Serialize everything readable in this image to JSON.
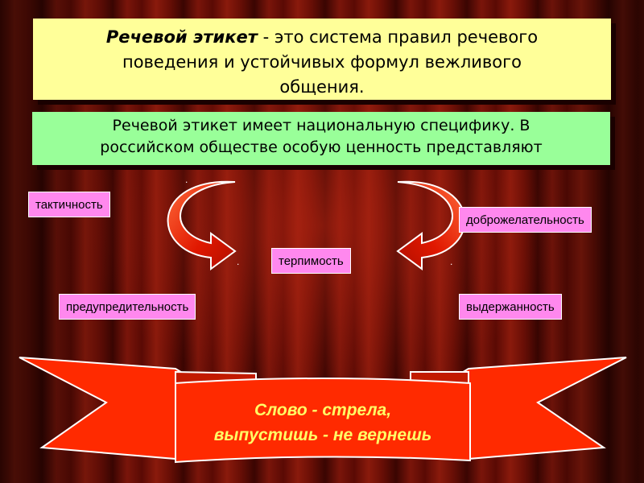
{
  "slide": {
    "definition": {
      "term": "Речевой этикет",
      "rest_line1": " - это система правил речевого",
      "line2": "поведения и устойчивых формул вежливого",
      "line3": "общения."
    },
    "subtitle": {
      "line1": "Речевой этикет имеет национальную специфику. В",
      "line2": "российском обществе особую ценность представляют"
    },
    "qualities": {
      "tactfulness": "тактичность",
      "benevolence": "доброжелательность",
      "tolerance": "терпимость",
      "courtesy": "предупредительность",
      "restraint": "выдержанность"
    },
    "dots": {
      "d1": ".",
      "d2": ".",
      "d3": "."
    },
    "proverb": {
      "line1": "Слово - стрела,",
      "line2": "выпустишь - не вернешь"
    },
    "colors": {
      "definition_bg": "#ffff99",
      "subtitle_bg": "#99ff99",
      "tag_bg": "#ff88ee",
      "banner": "#ff2a00",
      "proverb_text": "#ffff66"
    },
    "icons": [
      "curved-arrow-left-icon",
      "curved-arrow-right-icon",
      "ribbon-banner"
    ]
  }
}
